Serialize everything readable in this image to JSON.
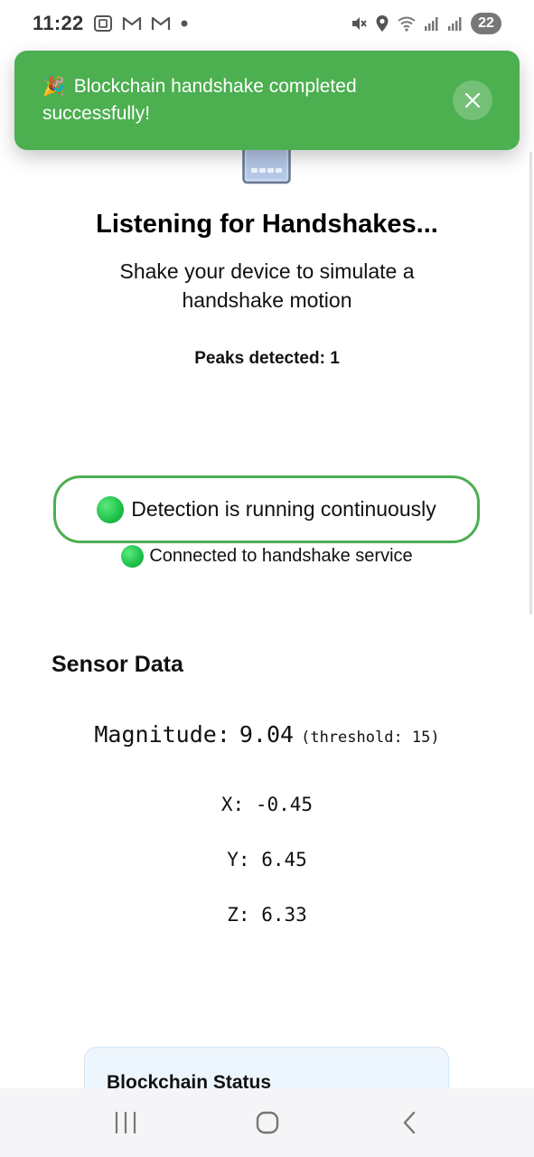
{
  "status_bar": {
    "time": "11:22",
    "battery": "22",
    "left_icons": [
      "screenshot-icon",
      "gmail-icon",
      "gmail-icon",
      "dot-icon"
    ],
    "right_icons": [
      "mute-icon",
      "location-icon",
      "wifi-icon",
      "signal-icon",
      "signal-icon"
    ]
  },
  "toast": {
    "emoji": "🎉",
    "message": "Blockchain handshake completed successfully!",
    "color": "#4caf50"
  },
  "main": {
    "title": "Listening for Handshakes...",
    "subtitle": "Shake your device to simulate a handshake motion",
    "peaks_label": "Peaks detected:",
    "peaks_value": "1"
  },
  "status": {
    "detection": "Detection is running continuously",
    "connection": "Connected to handshake service",
    "accent": "#4caf50"
  },
  "sensor": {
    "title": "Sensor Data",
    "magnitude_label": "Magnitude:",
    "magnitude_value": "9.04",
    "threshold_text": "(threshold: 15)",
    "x_label": "X:",
    "x_value": "-0.45",
    "y_label": "Y:",
    "y_value": "6.45",
    "z_label": "Z:",
    "z_value": "6.33"
  },
  "blockchain": {
    "title": "Blockchain Status"
  },
  "nav": {
    "icons": [
      "recent-apps-icon",
      "home-icon",
      "back-icon"
    ]
  }
}
